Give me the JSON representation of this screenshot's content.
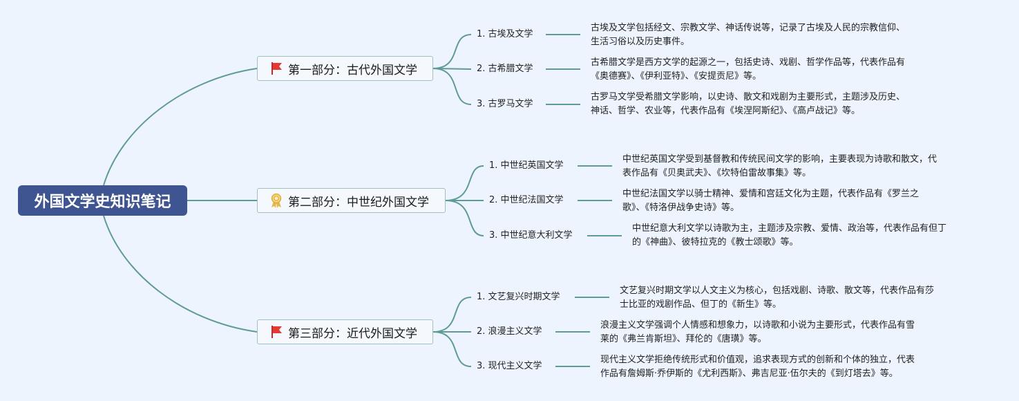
{
  "title": "外国文学史知识笔记",
  "colors": {
    "background": "#eef4fd",
    "root_fill": "#3f5592",
    "connector": "#5e9a98",
    "branch_border": "#9fc0bf"
  },
  "branches": [
    {
      "label": "第一部分：古代外国文学",
      "icon": "red-flag-icon",
      "children": [
        {
          "label": "1. 古埃及文学",
          "desc": [
            "古埃及文学包括经文、宗教文学、神话传说等，记录了古埃及人民的宗教信仰、",
            "生活习俗以及历史事件。"
          ]
        },
        {
          "label": "2. 古希腊文学",
          "desc": [
            "古希腊文学是西方文学的起源之一，包括史诗、戏剧、哲学作品等，代表作品有",
            "《奥德赛》、《伊利亚特》、《安提贡尼》等。"
          ]
        },
        {
          "label": "3. 古罗马文学",
          "desc": [
            "古罗马文学受希腊文学影响，以史诗、散文和戏剧为主要形式，主题涉及历史、",
            "神话、哲学、农业等，代表作品有《埃涅阿斯纪》、《高卢战记》等。"
          ]
        }
      ]
    },
    {
      "label": "第二部分：中世纪外国文学",
      "icon": "award-ribbon-icon",
      "children": [
        {
          "label": "1. 中世纪英国文学",
          "desc": [
            "中世纪英国文学受到基督教和传统民间文学的影响，主要表现为诗歌和散文，代",
            "表作品有《贝奥武夫》、《坎特伯雷故事集》等。"
          ]
        },
        {
          "label": "2. 中世纪法国文学",
          "desc": [
            "中世纪法国文学以骑士精神、爱情和宫廷文化为主题，代表作品有《罗兰之",
            "歌》、《特洛伊战争史诗》等。"
          ]
        },
        {
          "label": "3. 中世纪意大利文学",
          "desc": [
            "中世纪意大利文学以诗歌为主，主题涉及宗教、爱情、政治等，代表作品有但丁",
            "的《神曲》、彼特拉克的《教士颂歌》等。"
          ]
        }
      ]
    },
    {
      "label": "第三部分：近代外国文学",
      "icon": "red-flag-icon",
      "children": [
        {
          "label": "1. 文艺复兴时期文学",
          "desc": [
            "文艺复兴时期文学以人文主义为核心，包括戏剧、诗歌、散文等，代表作品有莎",
            "士比亚的戏剧作品、但丁的《新生》等。"
          ]
        },
        {
          "label": "2. 浪漫主义文学",
          "desc": [
            "浪漫主义文学强调个人情感和想象力，以诗歌和小说为主要形式，代表作品有雪",
            "莱的《弗兰肯斯坦》、拜伦的《唐璜》等。"
          ]
        },
        {
          "label": "3. 现代主义文学",
          "desc": [
            "现代主义文学拒绝传统形式和价值观，追求表现方式的创新和个体的独立，代表",
            "作品有詹姆斯·乔伊斯的《尤利西斯》、弗吉尼亚·伍尔夫的《到灯塔去》等。"
          ]
        }
      ]
    }
  ]
}
